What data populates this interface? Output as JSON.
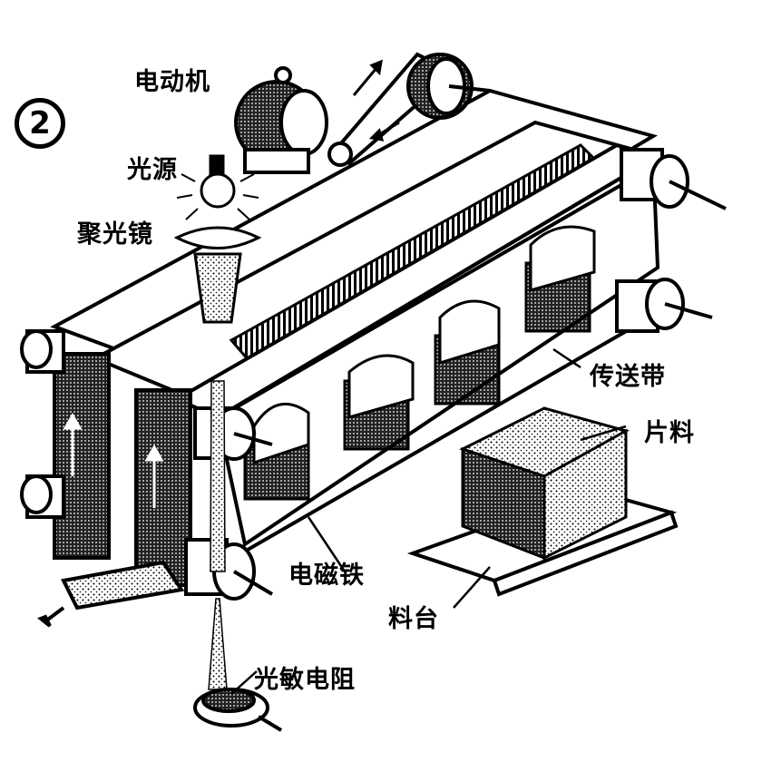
{
  "figure_number": "2",
  "labels": {
    "motor": "电动机",
    "light_source": "光源",
    "condenser_lens": "聚光镜",
    "conveyor_belt": "传送带",
    "sheet_material": "片料",
    "electromagnet": "电磁铁",
    "material_table": "料台",
    "photoresistor": "光敏电阻"
  }
}
